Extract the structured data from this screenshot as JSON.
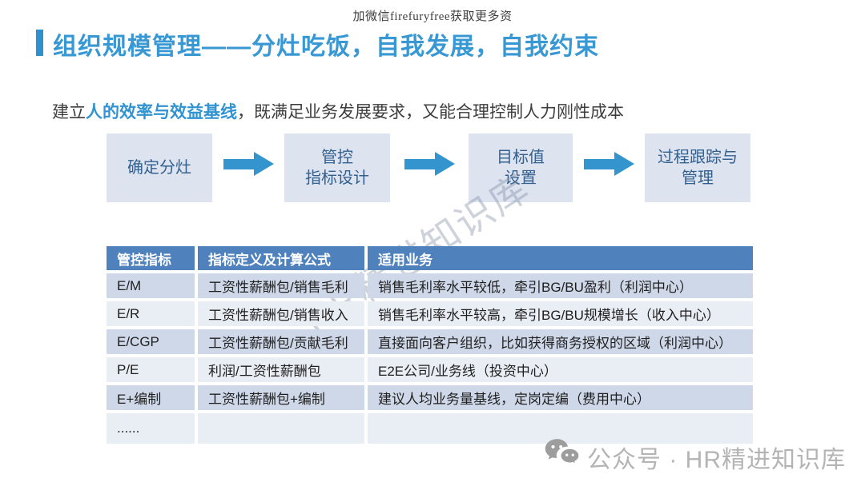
{
  "top_watermark": "加微信firefuryfree获取更多资",
  "header": {
    "title": "组织规模管理——分灶吃饭，自我发展，自我约束"
  },
  "subtitle": {
    "prefix": "建立",
    "highlight": "人的效率与效益基线",
    "suffix": "，既满足业务发展要求，又能合理控制人力刚性成本"
  },
  "flow": {
    "steps": [
      {
        "label": "确定分灶"
      },
      {
        "label": "管控\n指标设计"
      },
      {
        "label": "目标值\n设置"
      },
      {
        "label": "过程跟踪与\n管理"
      }
    ]
  },
  "diagonal_watermark": "HR精进知识库",
  "table": {
    "headers": [
      "管控指标",
      "指标定义及计算公式",
      "适用业务"
    ],
    "rows": [
      [
        "E/M",
        "工资性薪酬包/销售毛利",
        "销售毛利率水平较低，牵引BG/BU盈利（利润中心）"
      ],
      [
        "E/R",
        "工资性薪酬包/销售收入",
        "销售毛利率水平较高，牵引BG/BU规模增长（收入中心）"
      ],
      [
        "E/CGP",
        "工资性薪酬包/贡献毛利",
        "直接面向客户组织，比如获得商务授权的区域（利润中心）"
      ],
      [
        "P/E",
        "利润/工资性薪酬包",
        "E2E公司/业务线（投资中心）"
      ],
      [
        "E+编制",
        "工资性薪酬包+编制",
        "建议人均业务量基线，定岗定编（费用中心）"
      ],
      [
        "......",
        "",
        ""
      ]
    ]
  },
  "footer": {
    "icon": "wechat-icon",
    "text": "公众号 · HR精进知识库"
  },
  "colors": {
    "accent_blue": "#3898d4",
    "arrow_blue": "#3494cd",
    "flow_box_bg": "#dde4f0",
    "flow_box_text": "#33608f",
    "table_header_bg": "#4f81bd",
    "row_dark": "#cfd8e8",
    "row_light": "#e9edf4",
    "footer_gray": "#b4b4b4"
  }
}
